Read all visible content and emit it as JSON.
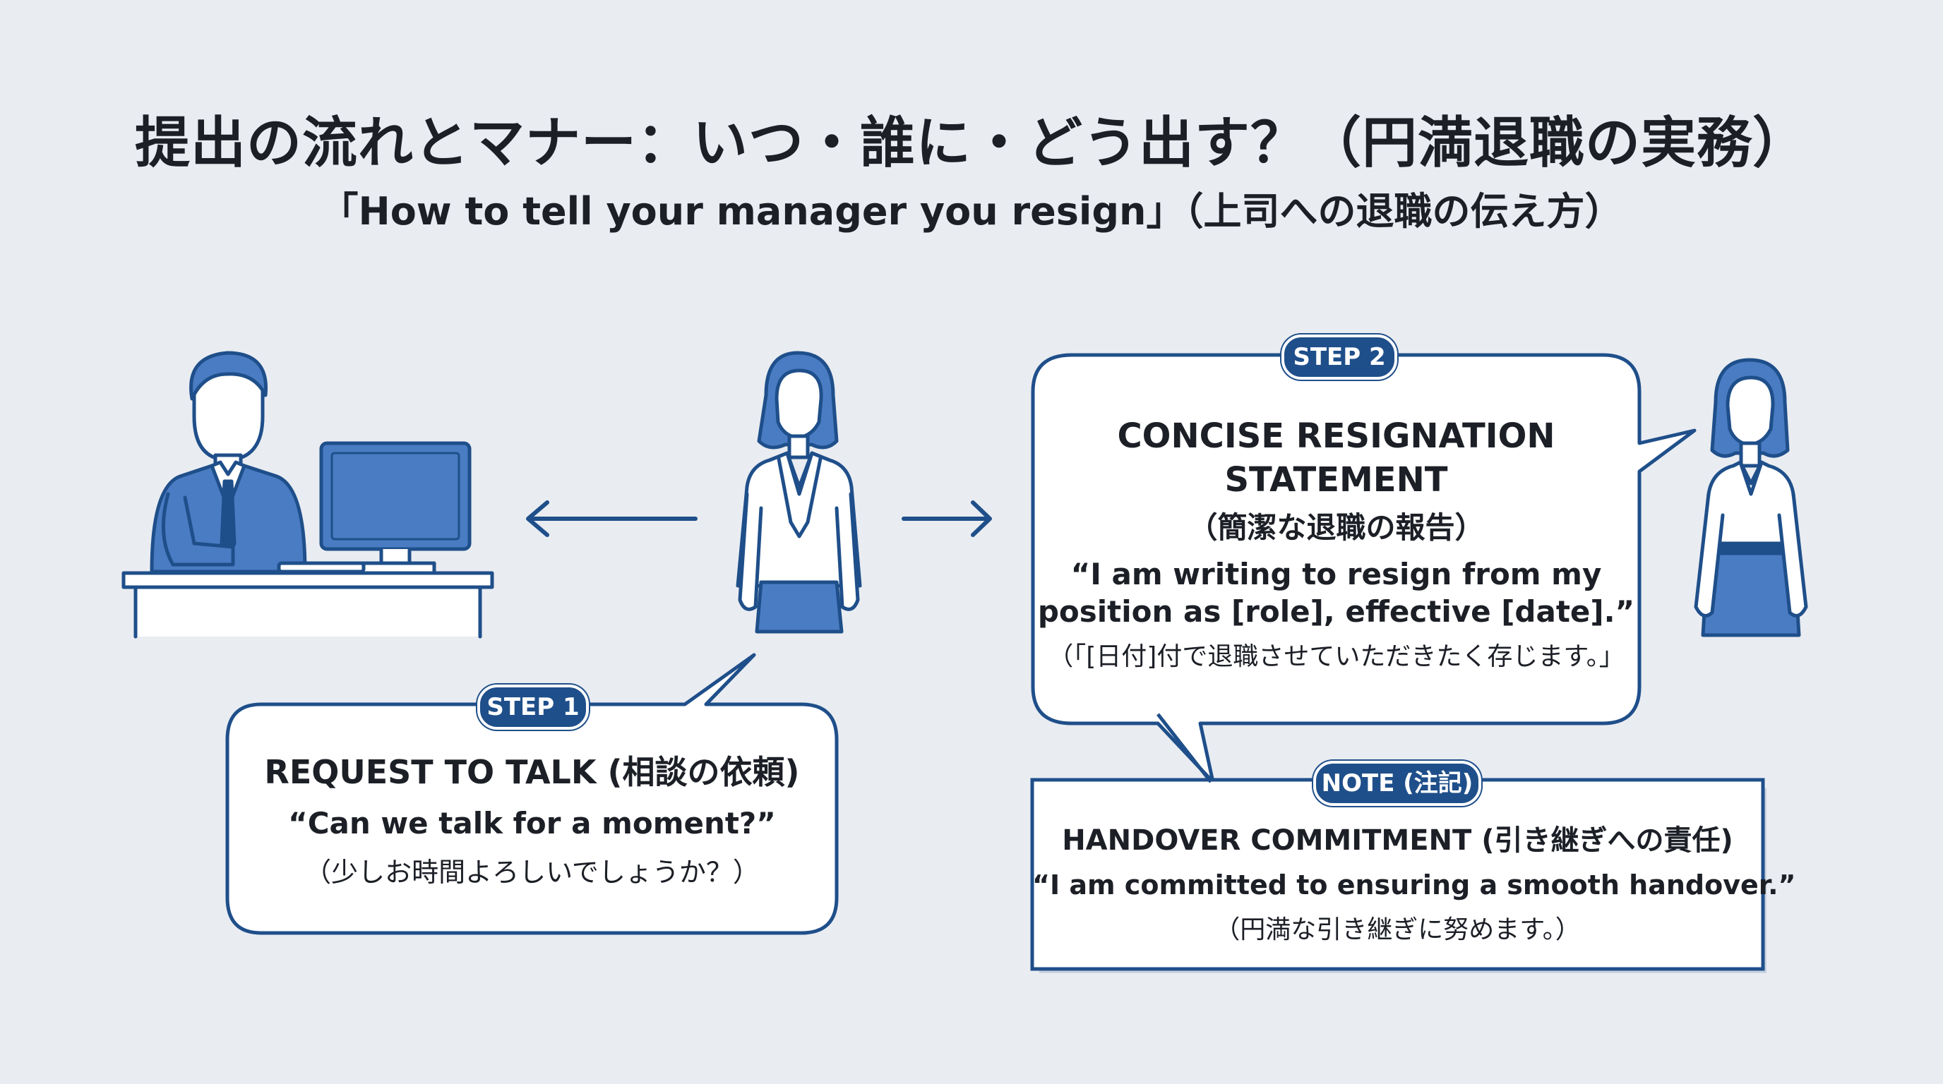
{
  "title": "提出の流れとマナー：いつ・誰に・どう出す？（円満退職の実務）",
  "subtitle": "「How to tell your manager you resign」（上司への退職の伝え方）",
  "step1": {
    "badge": "STEP 1",
    "heading": "REQUEST TO TALK (相談の依頼)",
    "quote": "“Can we talk for a moment?”",
    "translation": "（少しお時間よろしいでしょうか？）"
  },
  "step2": {
    "badge": "STEP 2",
    "heading_line1": "CONCISE RESIGNATION",
    "heading_line2": "STATEMENT",
    "heading_jp": "（簡潔な退職の報告）",
    "quote_line1": "“I am writing to resign from my",
    "quote_line2": "position as [role], effective [date].”",
    "translation": "（「[日付]付で退職させていただきたく存じます。」"
  },
  "note": {
    "badge": "NOTE (注記)",
    "heading": "HANDOVER COMMITMENT (引き継ぎへの責任)",
    "quote": "“I am committed to ensuring a smooth handover.”",
    "translation": "（円満な引き継ぎに努めます。）"
  },
  "colors": {
    "accent": "#1f4f8a",
    "figure_fill": "#4a7cc4",
    "background": "#e9ecf1"
  },
  "icons": [
    "manager-at-desk-illustration",
    "employee-woman-illustration",
    "employee-woman-illustration",
    "arrow-left-icon",
    "arrow-right-icon"
  ]
}
